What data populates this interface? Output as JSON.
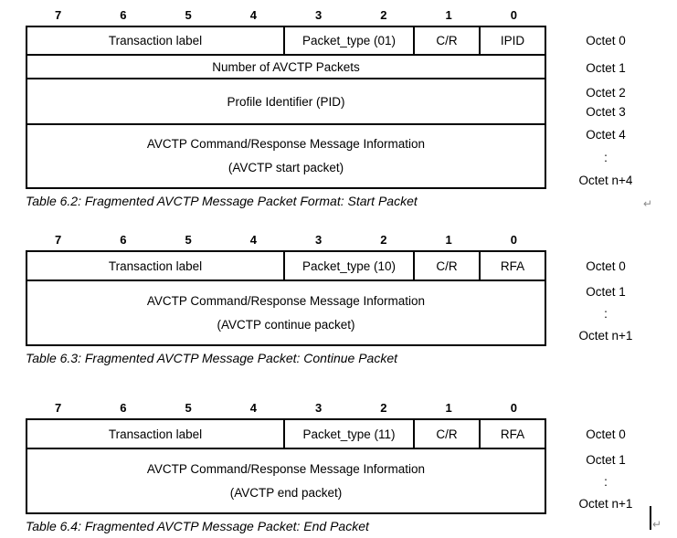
{
  "colors": {
    "border": "#000000",
    "text": "#000000",
    "formatting_mark": "#8a8a8a",
    "background": "#ffffff"
  },
  "artifacts": {
    "line_break_mark": "↵",
    "end_line_break_mark": "↵"
  },
  "tables": [
    {
      "name": "start-packet",
      "bit_labels": [
        "7",
        "6",
        "5",
        "4",
        "3",
        "2",
        "1",
        "0"
      ],
      "rows": [
        {
          "cells": [
            {
              "label": "Transaction label",
              "bits": 4
            },
            {
              "label": "Packet_type (01)",
              "bits": 2
            },
            {
              "label": "C/R",
              "bits": 1
            },
            {
              "label": "IPID",
              "bits": 1
            }
          ],
          "octets": [
            "Octet 0"
          ]
        },
        {
          "cells": [
            {
              "label": "Number of AVCTP Packets",
              "bits": 8
            }
          ],
          "octets": [
            "Octet 1"
          ]
        },
        {
          "cells": [
            {
              "label": "Profile Identifier (PID)",
              "bits": 8
            }
          ],
          "octets": [
            "Octet 2",
            "Octet 3"
          ]
        },
        {
          "cells": [
            {
              "label": "AVCTP Command/Response Message Information",
              "sublabel": "(AVCTP start packet)",
              "bits": 8
            }
          ],
          "octets": [
            "Octet 4",
            ":",
            "Octet n+4"
          ]
        }
      ],
      "caption": "Table 6.2: Fragmented AVCTP Message Packet Format: Start Packet"
    },
    {
      "name": "continue-packet",
      "bit_labels": [
        "7",
        "6",
        "5",
        "4",
        "3",
        "2",
        "1",
        "0"
      ],
      "rows": [
        {
          "cells": [
            {
              "label": "Transaction label",
              "bits": 4
            },
            {
              "label": "Packet_type (10)",
              "bits": 2
            },
            {
              "label": "C/R",
              "bits": 1
            },
            {
              "label": "RFA",
              "bits": 1
            }
          ],
          "octets": [
            "Octet 0"
          ]
        },
        {
          "cells": [
            {
              "label": "AVCTP Command/Response Message Information",
              "sublabel": "(AVCTP continue packet)",
              "bits": 8
            }
          ],
          "octets": [
            "Octet 1",
            ":",
            "Octet n+1"
          ]
        }
      ],
      "caption": "Table 6.3: Fragmented AVCTP Message Packet: Continue Packet"
    },
    {
      "name": "end-packet",
      "bit_labels": [
        "7",
        "6",
        "5",
        "4",
        "3",
        "2",
        "1",
        "0"
      ],
      "rows": [
        {
          "cells": [
            {
              "label": "Transaction label",
              "bits": 4
            },
            {
              "label": "Packet_type (11)",
              "bits": 2
            },
            {
              "label": "C/R",
              "bits": 1
            },
            {
              "label": "RFA",
              "bits": 1
            }
          ],
          "octets": [
            "Octet 0"
          ]
        },
        {
          "cells": [
            {
              "label": "AVCTP Command/Response Message Information",
              "sublabel": "(AVCTP end packet)",
              "bits": 8
            }
          ],
          "octets": [
            "Octet 1",
            ":",
            "Octet n+1"
          ]
        }
      ],
      "caption": "Table 6.4: Fragmented AVCTP Message Packet: End Packet"
    }
  ]
}
